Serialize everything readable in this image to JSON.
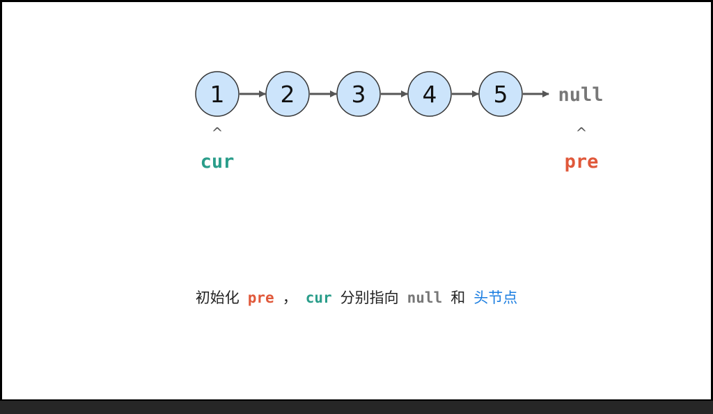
{
  "diagram": {
    "nodes": [
      "1",
      "2",
      "3",
      "4",
      "5"
    ],
    "tail_label": "null",
    "pointer_caret": "^",
    "cur_label": "cur",
    "pre_label": "pre",
    "colors": {
      "node_fill": "#cce4fb",
      "node_stroke": "#333333",
      "arrow": "#555555",
      "cur": "#2a9d8a",
      "pre": "#e0583a",
      "null": "#777777",
      "head": "#1a7de0"
    }
  },
  "caption": {
    "part1": "初始化",
    "pre": "pre",
    "comma": "，",
    "cur": "cur",
    "part2": "分别指向",
    "null": "null",
    "part3": "和",
    "head": "头节点"
  }
}
